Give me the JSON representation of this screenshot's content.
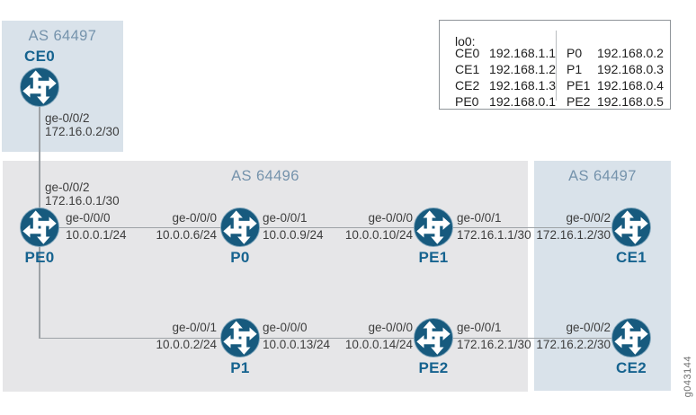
{
  "figure": {
    "id": "g043144"
  },
  "as_boxes": {
    "top_left": "AS 64497",
    "core": "AS 64496",
    "right": "AS 64497"
  },
  "routers": {
    "ce0": "CE0",
    "pe0": "PE0",
    "p0": "P0",
    "pe1": "PE1",
    "ce1": "CE1",
    "p1": "P1",
    "pe2": "PE2",
    "ce2": "CE2"
  },
  "links": {
    "ce0_down": {
      "port": "ge-0/0/2",
      "ip": "172.16.0.2/30"
    },
    "pe0_up": {
      "port": "ge-0/0/2",
      "ip": "172.16.0.1/30"
    },
    "pe0_right": {
      "port": "ge-0/0/0",
      "ip": "10.0.0.1/24"
    },
    "p0_left": {
      "port": "ge-0/0/0",
      "ip": "10.0.0.6/24"
    },
    "p0_right": {
      "port": "ge-0/0/1",
      "ip": "10.0.0.9/24"
    },
    "pe1_left": {
      "port": "ge-0/0/0",
      "ip": "10.0.0.10/24"
    },
    "pe1_right": {
      "port": "ge-0/0/1",
      "ip": "172.16.1.1/30"
    },
    "ce1_left": {
      "port": "ge-0/0/2",
      "ip": "172.16.1.2/30"
    },
    "p1_left": {
      "port": "ge-0/0/1",
      "ip": "10.0.0.2/24"
    },
    "p1_right": {
      "port": "ge-0/0/0",
      "ip": "10.0.0.13/24"
    },
    "pe2_left": {
      "port": "ge-0/0/0",
      "ip": "10.0.0.14/24"
    },
    "pe2_right": {
      "port": "ge-0/0/1",
      "ip": "172.16.2.1/30"
    },
    "ce2_left": {
      "port": "ge-0/0/2",
      "ip": "172.16.2.2/30"
    }
  },
  "legend": {
    "title": "lo0:",
    "left": [
      {
        "name": "CE0",
        "ip": "192.168.1.1"
      },
      {
        "name": "CE1",
        "ip": "192.168.1.2"
      },
      {
        "name": "CE2",
        "ip": "192.168.1.3"
      },
      {
        "name": "PE0",
        "ip": "192.168.0.1"
      }
    ],
    "right": [
      {
        "name": "P0",
        "ip": "192.168.0.2"
      },
      {
        "name": "P1",
        "ip": "192.168.0.3"
      },
      {
        "name": "PE1",
        "ip": "192.168.0.4"
      },
      {
        "name": "PE2",
        "ip": "192.168.0.5"
      }
    ]
  },
  "colors": {
    "router_icon": "#175A7E",
    "router_label": "#16638F",
    "as_label": "#7593AC",
    "customer_box": "#D9E2EA",
    "core_box": "#E6E6E8",
    "line": "#9DA2A6"
  }
}
